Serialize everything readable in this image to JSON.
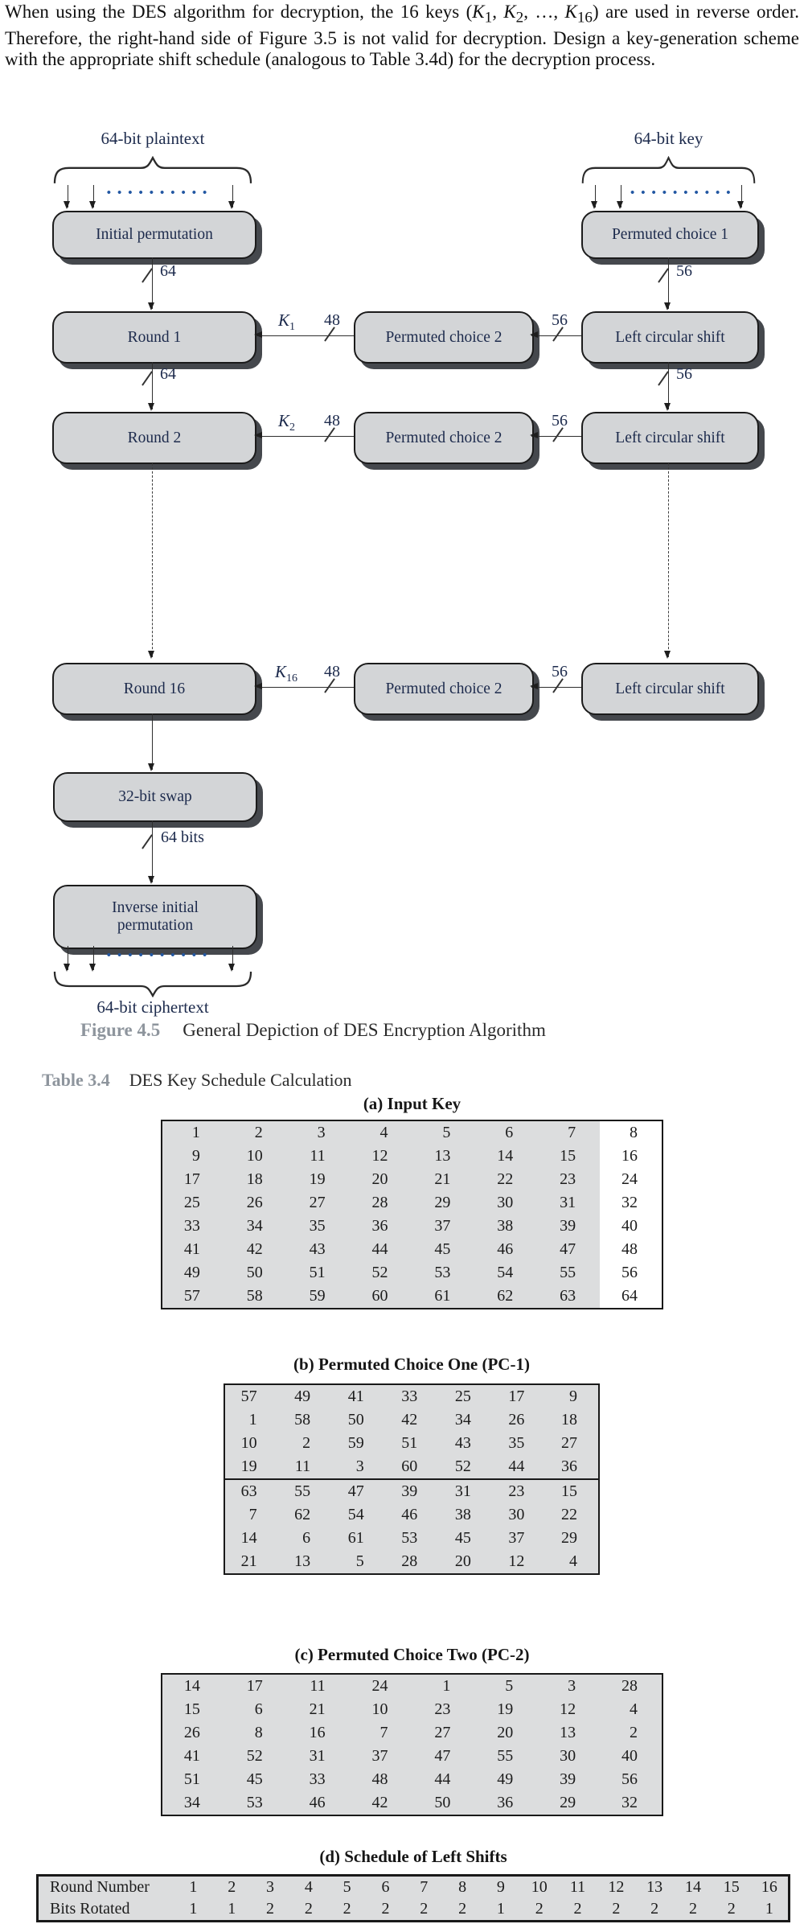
{
  "problem": {
    "text_html": "When using the DES algorithm for decryption, the 16 keys (<i>K</i><sub>1</sub>, <i>K</i><sub>2</sub>, …, <i>K</i><sub>16</sub>) are used in reverse order. Therefore, the right-hand side of Figure 3.5 is not valid for decryption. Design a key-generation scheme with the appropriate shift schedule (analogous to Table 3.4d) for the decryption process."
  },
  "figure": {
    "labels": {
      "plaintext": "64-bit plaintext",
      "key": "64-bit key",
      "ciphertext": "64-bit ciphertext",
      "bus64": "64",
      "bus56": "56",
      "bus48": "48",
      "bus64bits": "64 bits",
      "dots": "••••••••••"
    },
    "keys": {
      "k1": {
        "base": "K",
        "sub": "1"
      },
      "k2": {
        "base": "K",
        "sub": "2"
      },
      "k16": {
        "base": "K",
        "sub": "16"
      }
    },
    "boxes": {
      "initial_permutation": "Initial permutation",
      "round1": "Round 1",
      "round2": "Round 2",
      "round16": "Round 16",
      "permuted_choice_1": "Permuted choice 1",
      "permuted_choice_2": "Permuted choice 2",
      "left_circular_shift": "Left circular shift",
      "swap32": "32-bit swap",
      "inverse_ip_line1": "Inverse initial",
      "inverse_ip_line2": "permutation"
    },
    "caption": {
      "label": "Figure 4.5",
      "title": "General Depiction of DES Encryption Algorithm"
    }
  },
  "table_section": {
    "label": "Table 3.4",
    "title": "DES Key Schedule Calculation",
    "a": {
      "title": "(a) Input Key",
      "rows": [
        [
          1,
          2,
          3,
          4,
          5,
          6,
          7,
          8
        ],
        [
          9,
          10,
          11,
          12,
          13,
          14,
          15,
          16
        ],
        [
          17,
          18,
          19,
          20,
          21,
          22,
          23,
          24
        ],
        [
          25,
          26,
          27,
          28,
          29,
          30,
          31,
          32
        ],
        [
          33,
          34,
          35,
          36,
          37,
          38,
          39,
          40
        ],
        [
          41,
          42,
          43,
          44,
          45,
          46,
          47,
          48
        ],
        [
          49,
          50,
          51,
          52,
          53,
          54,
          55,
          56
        ],
        [
          57,
          58,
          59,
          60,
          61,
          62,
          63,
          64
        ]
      ]
    },
    "b": {
      "title": "(b) Permuted Choice One (PC-1)",
      "rows": [
        [
          57,
          49,
          41,
          33,
          25,
          17,
          9
        ],
        [
          1,
          58,
          50,
          42,
          34,
          26,
          18
        ],
        [
          10,
          2,
          59,
          51,
          43,
          35,
          27
        ],
        [
          19,
          11,
          3,
          60,
          52,
          44,
          36
        ],
        [
          63,
          55,
          47,
          39,
          31,
          23,
          15
        ],
        [
          7,
          62,
          54,
          46,
          38,
          30,
          22
        ],
        [
          14,
          6,
          61,
          53,
          45,
          37,
          29
        ],
        [
          21,
          13,
          5,
          28,
          20,
          12,
          4
        ]
      ]
    },
    "c": {
      "title": "(c) Permuted Choice Two (PC-2)",
      "rows": [
        [
          14,
          17,
          11,
          24,
          1,
          5,
          3,
          28
        ],
        [
          15,
          6,
          21,
          10,
          23,
          19,
          12,
          4
        ],
        [
          26,
          8,
          16,
          7,
          27,
          20,
          13,
          2
        ],
        [
          41,
          52,
          31,
          37,
          47,
          55,
          30,
          40
        ],
        [
          51,
          45,
          33,
          48,
          44,
          49,
          39,
          56
        ],
        [
          34,
          53,
          46,
          42,
          50,
          36,
          29,
          32
        ]
      ]
    },
    "d": {
      "title": "(d) Schedule of Left Shifts",
      "rows": [
        [
          "Round Number",
          1,
          2,
          3,
          4,
          5,
          6,
          7,
          8,
          9,
          10,
          11,
          12,
          13,
          14,
          15,
          16
        ],
        [
          "Bits Rotated",
          1,
          1,
          2,
          2,
          2,
          2,
          2,
          2,
          1,
          2,
          2,
          2,
          2,
          2,
          2,
          1
        ]
      ]
    }
  },
  "colors": {
    "box_fill": "#d3d5d7",
    "box_border": "#1b1b1b",
    "box_shadow": "#45484d",
    "diagram_text": "#1c2a4c",
    "dots_blue": "#2257a2",
    "table_shade": "#dcddde",
    "gray_label": "#8e959d"
  }
}
